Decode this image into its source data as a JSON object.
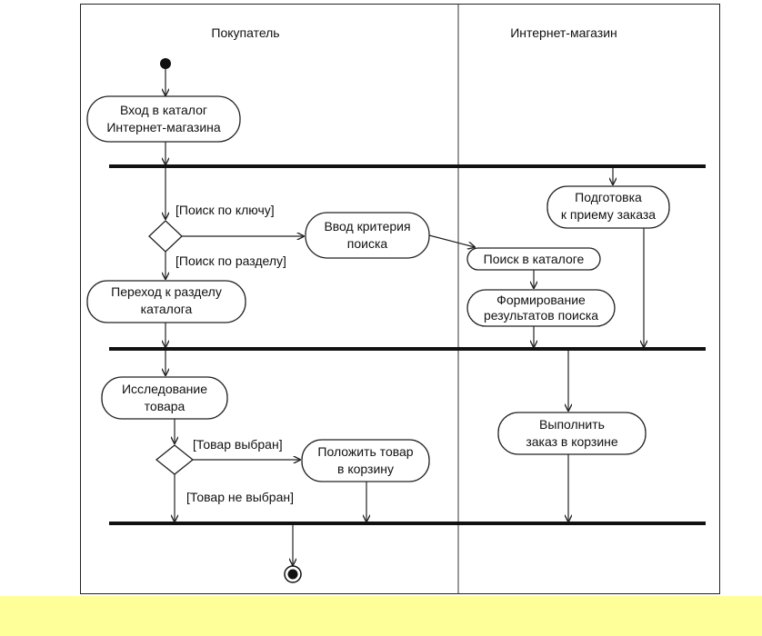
{
  "lanes": {
    "buyer": "Покупатель",
    "shop": "Интернет-магазин"
  },
  "activities": {
    "enter_catalog": [
      "Вход в каталог",
      "Интернет-магазина"
    ],
    "go_section": [
      "Переход к разделу",
      "каталога"
    ],
    "explore_item": [
      "Исследование",
      "товара"
    ],
    "enter_criteria": [
      "Ввод критерия",
      "поиска"
    ],
    "put_cart": [
      "Положить товар",
      "в корзину"
    ],
    "prepare_order": [
      "Подготовка",
      "к приему заказа"
    ],
    "search_catalog": [
      "Поиск в каталоге"
    ],
    "form_results": [
      "Формирование",
      "результатов поиска"
    ],
    "execute_order": [
      "Выполнить",
      "заказ в корзине"
    ]
  },
  "guards": {
    "by_key": "[Поиск по ключу]",
    "by_section": "[Поиск по разделу]",
    "selected": "[Товар выбран]",
    "not_selected": "[Товар не выбран]"
  }
}
